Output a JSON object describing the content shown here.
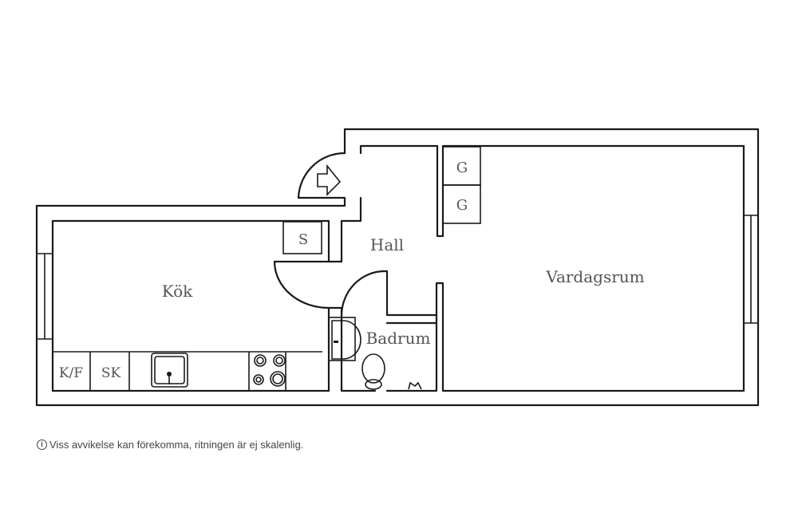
{
  "rooms": {
    "kitchen": "Kök",
    "hall": "Hall",
    "living_room": "Vardagsrum",
    "bathroom": "Badrum"
  },
  "fixtures": {
    "storage": "S",
    "wardrobe_1": "G",
    "wardrobe_2": "G",
    "fridge_freezer": "K/F",
    "cabinet": "SK"
  },
  "footer": {
    "icon": "info-icon",
    "note": "Viss avvikelse kan förekomma, ritningen är ej skalenlig."
  }
}
